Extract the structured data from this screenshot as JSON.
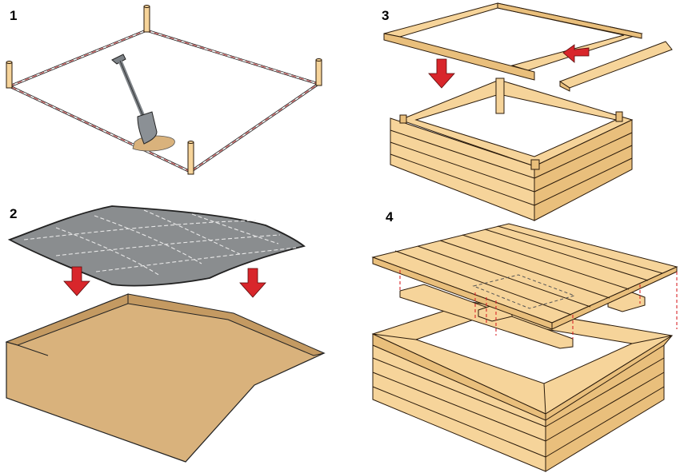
{
  "steps": [
    {
      "label": "1"
    },
    {
      "label": "2"
    },
    {
      "label": "3"
    },
    {
      "label": "4"
    }
  ],
  "colors": {
    "wood": "#f6d49a",
    "wood_dark": "#e9bf7c",
    "wood_edge": "#2a1a0a",
    "string": "#d06060",
    "soil": "#d9b27c",
    "soil_dark": "#c49a62",
    "fabric": "#8a8d8f",
    "fabric_seam": "#e8e8e8",
    "arrow": "#d8262b",
    "shovel": "#7d8287",
    "ground": "#ffffff"
  },
  "icons": {
    "shovel": "shovel-icon",
    "arrow": "arrow-down-icon"
  }
}
